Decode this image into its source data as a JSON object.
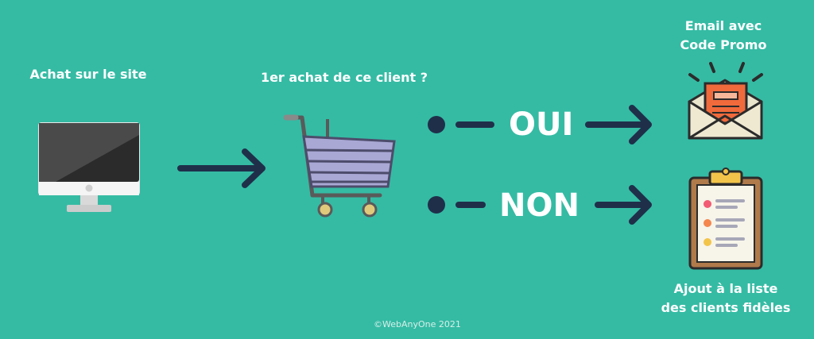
{
  "labels": {
    "step1": "Achat sur le site",
    "question": "1er achat de ce client ?",
    "yes": "OUI",
    "no": "NON",
    "email_line1": "Email avec",
    "email_line2": "Code Promo",
    "list_line1": "Ajout à la liste",
    "list_line2": "des clients fidèles",
    "copyright": "©WebAnyOne 2021"
  },
  "colors": {
    "background": "#35bba4",
    "arrow": "#1f2f4a",
    "envelope_paper": "#f06a3c",
    "cart_basket": "#a9a7d4",
    "list_dot_1": "#f25b73",
    "list_dot_2": "#f4864e",
    "list_dot_3": "#f3c44a"
  },
  "icons": [
    "monitor-icon",
    "shopping-cart-icon",
    "open-envelope-icon",
    "clipboard-list-icon"
  ]
}
